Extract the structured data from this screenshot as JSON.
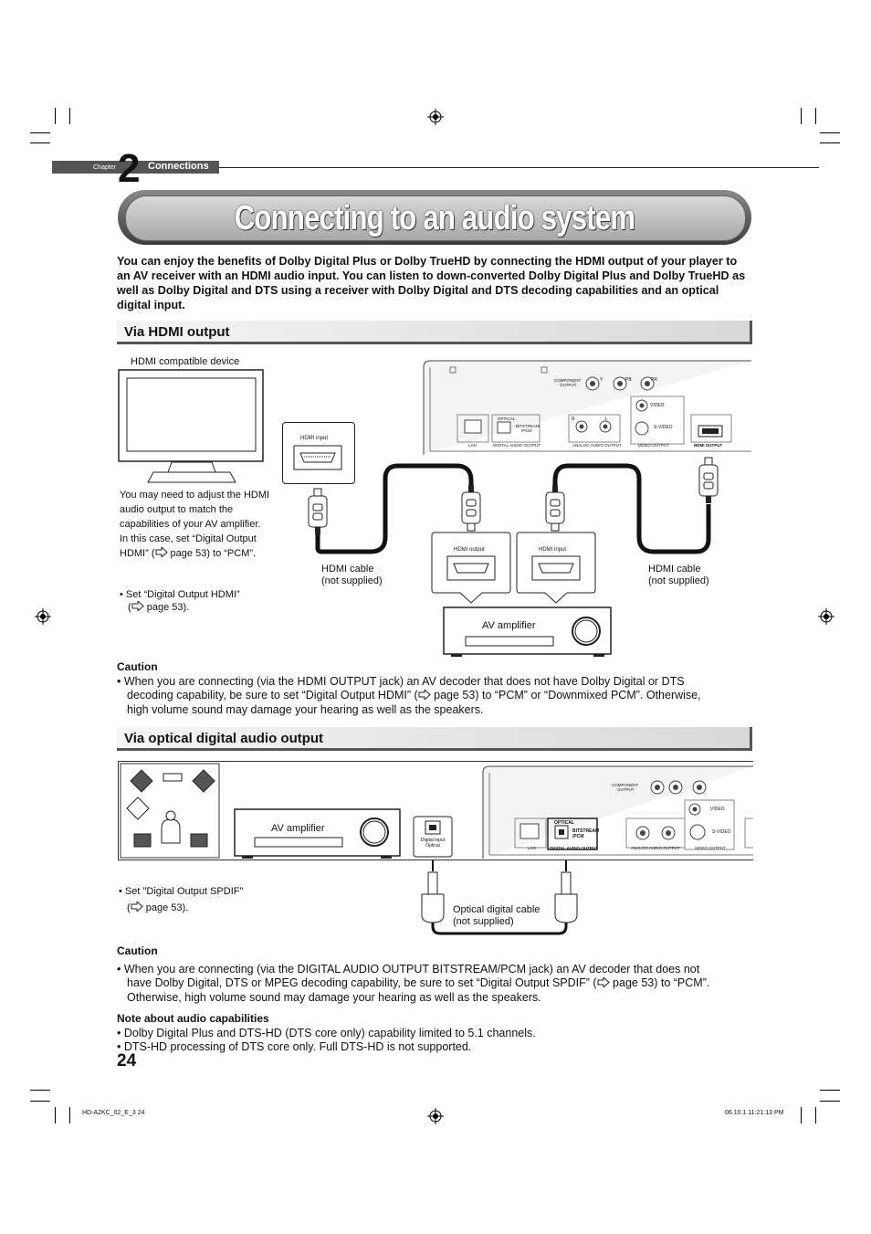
{
  "chapter": {
    "label": "Chapter",
    "number": "2",
    "name": "Connections"
  },
  "title": "Connecting to an audio system",
  "intro": "You can enjoy the benefits of Dolby Digital Plus or Dolby TrueHD by connecting the HDMI output of your player to an AV receiver with an HDMI audio input. You can listen to down-converted Dolby Digital Plus and Dolby TrueHD as well as Dolby Digital and DTS using a receiver with Dolby Digital and DTS decoding capabilities and an optical digital input.",
  "hdmi_section": {
    "heading": "Via HDMI output",
    "device_label": "HDMI compatible device",
    "note_line1": "You may need to adjust the HDMI",
    "note_line2": "audio output to match the",
    "note_line3": "capabilities of your AV amplifier.",
    "note_line4": "In this case, set “Digital Output",
    "note_line5a": "HDMI” (",
    "note_line5b": " page 53) to “PCM”.",
    "bullet_a": "• Set “Digital Output HDMI”",
    "bullet_b1": "(",
    "bullet_b2": " page 53).",
    "hdmi_input": "HDMI input",
    "hdmi_output": "HDMI output",
    "hdmi_input2": "HDMI input",
    "cable_left_1": "HDMI cable",
    "cable_left_2": "(not supplied)",
    "cable_right_1": "HDMI cable",
    "cable_right_2": "(not supplied)",
    "amp_label": "AV amplifier",
    "panel": {
      "component": "COMPONENT",
      "output": "OUTPUT",
      "y": "Y",
      "pb": "PB",
      "pr": "PR",
      "video": "VIDEO",
      "svideo": "S-VIDEO",
      "optical": "OPTICAL",
      "bitstream": "BITSTREAM",
      "pcm": "/PCM",
      "r": "R",
      "l": "L",
      "lan": "LAN",
      "digital_audio_output": "DIGITAL AUDIO OUTPUT",
      "analog_audio_output": "ANALOG AUDIO OUTPUT",
      "video_output": "VIDEO OUTPUT",
      "hdmi_output": "HDMI OUTPUT"
    }
  },
  "caution1": {
    "heading": "Caution",
    "line1": "When you are connecting (via the HDMI OUTPUT jack) an AV decoder that does not have Dolby Digital or DTS",
    "line2a": "decoding capability, be sure to set “Digital Output HDMI” (",
    "line2b": " page 53) to “PCM” or “Downmixed PCM”. Otherwise,",
    "line3": "high volume sound may damage your hearing as well as the speakers."
  },
  "optical_section": {
    "heading": "Via optical digital audio output",
    "amp_label": "AV amplifier",
    "digital_input": "Digital input",
    "optical": "Optical",
    "bullet_a": "• Set \"Digital Output SPDIF\"",
    "bullet_b1": "(",
    "bullet_b2": " page 53).",
    "cable_1": "Optical digital cable",
    "cable_2": "(not supplied)"
  },
  "caution2": {
    "heading": "Caution",
    "line1": "When you are connecting (via the DIGITAL AUDIO OUTPUT BITSTREAM/PCM jack) an AV decoder that does not",
    "line2a": "have Dolby Digital, DTS or MPEG decoding capability, be sure to set “Digital Output SPDIF” (",
    "line2b": " page 53) to “PCM”.",
    "line3": "Otherwise, high volume sound may damage your hearing as well as the speakers."
  },
  "note": {
    "heading": "Note about audio capabilities",
    "line1": "Dolby Digital Plus and DTS-HD (DTS core only) capability limited to 5.1 channels.",
    "line2": "• DTS-HD processing of DTS core only. Full DTS-HD is not supported."
  },
  "page_number": "24",
  "footer_left": "HD-A2KC_02_E_3   24",
  "footer_right": "06.10.1   11:21:13 PM"
}
